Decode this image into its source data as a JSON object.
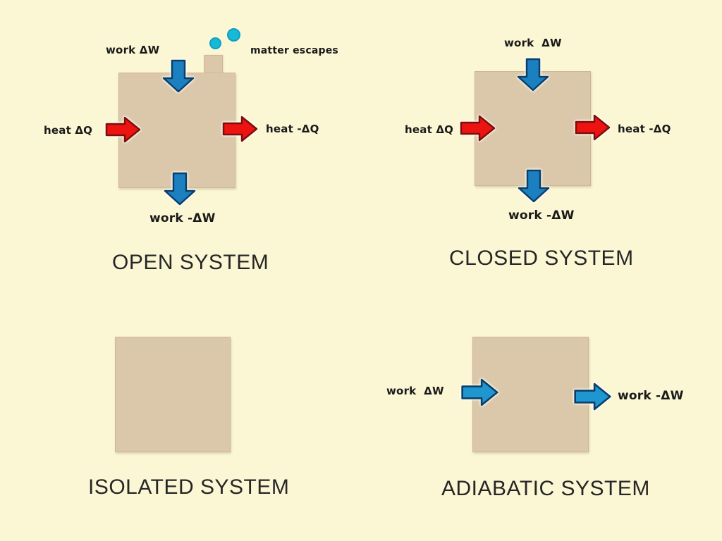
{
  "colors": {
    "background": "#FBF7D5",
    "box_fill": "#DBC8AA",
    "box_border": "#CDB896",
    "red_arrow": "#ED1310",
    "red_arrow_dark": "#7C0F0B",
    "blue_arrow": "#1B80C0",
    "blue_arrow_light": "#1E96D0",
    "blue_arrow_dark": "#0D3E66",
    "cyan_particle": "#17B9D6",
    "cyan_particle_dark": "#0E9FBE",
    "label_color": "#1A1A1A",
    "title_color": "#262626"
  },
  "systems": {
    "open": {
      "title": "OPEN SYSTEM",
      "labels": {
        "work_in": "work ΔW",
        "matter": "matter escapes",
        "heat_in": "heat ΔQ",
        "heat_out": "heat -ΔQ",
        "work_out": "work -ΔW"
      }
    },
    "closed": {
      "title": "CLOSED SYSTEM",
      "labels": {
        "work_in": "work  ΔW",
        "heat_in": "heat ΔQ",
        "heat_out": "heat -ΔQ",
        "work_out": "work -ΔW"
      }
    },
    "isolated": {
      "title": "ISOLATED SYSTEM"
    },
    "adiabatic": {
      "title": "ADIABATIC SYSTEM",
      "labels": {
        "work_in": "work  ΔW",
        "work_out": "work -ΔW"
      }
    }
  }
}
